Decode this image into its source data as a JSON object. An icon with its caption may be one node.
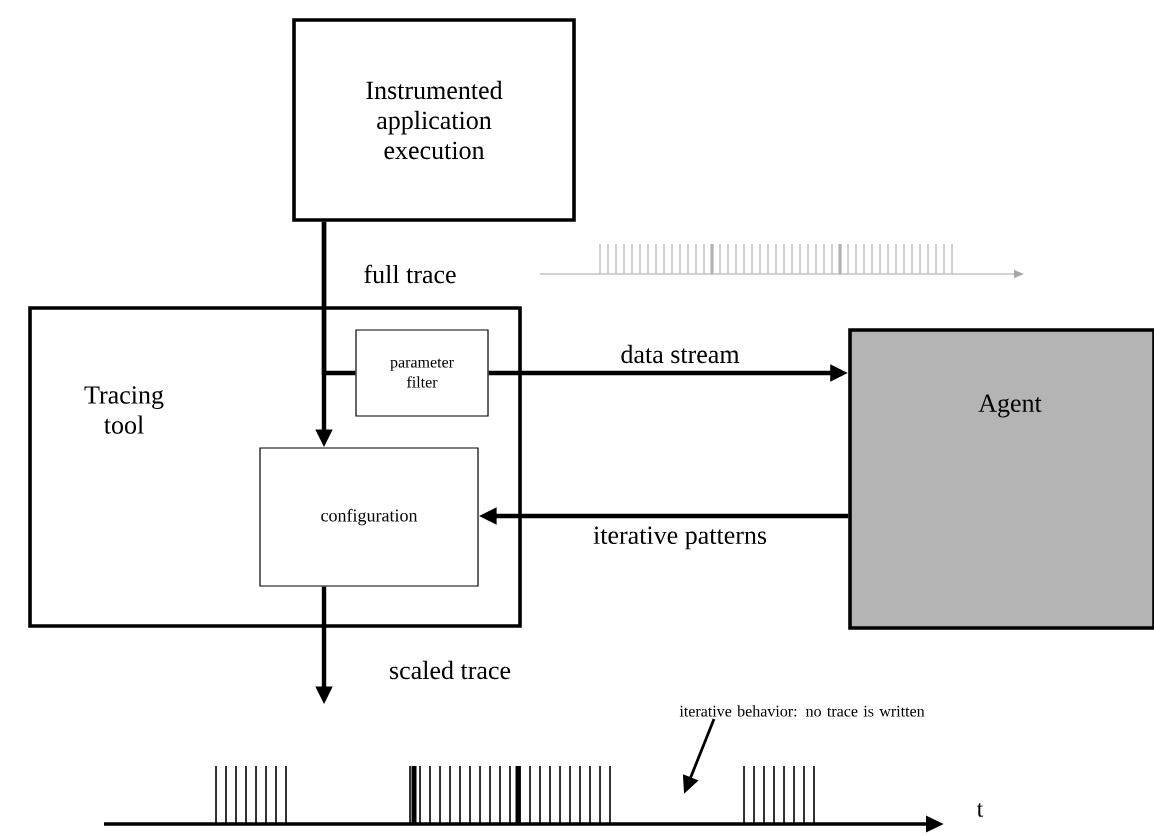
{
  "diagram": {
    "nodes": [
      {
        "text": [
          "Instrumented application execution"
        ]
      },
      {
        "text": [
          "Tracing tool"
        ]
      },
      {
        "text": [
          "parameter filter"
        ],
        "in": 1
      },
      {
        "text": [
          "configuration"
        ],
        "in": 1
      },
      {
        "text": [
          "Agent"
        ]
      },
      {
        "text": [
          "iterative behavior: no trace is written"
        ]
      }
    ],
    "edges": [
      {
        "from": 0,
        "to": 3,
        "arrow": "to",
        "label": "full trace"
      },
      {
        "from": 0,
        "to": 2,
        "arrow": "none"
      },
      {
        "from": 2,
        "to": 4,
        "arrow": "to",
        "label": "data stream"
      },
      {
        "from": 4,
        "to": 3,
        "arrow": "to",
        "label": "iterative patterns"
      },
      {
        "from": 3,
        "to": null,
        "arrow": "to",
        "label": "scaled trace"
      },
      {
        "from": 5,
        "to": null,
        "arrow": "to"
      }
    ],
    "labels": [
      "t"
    ]
  }
}
